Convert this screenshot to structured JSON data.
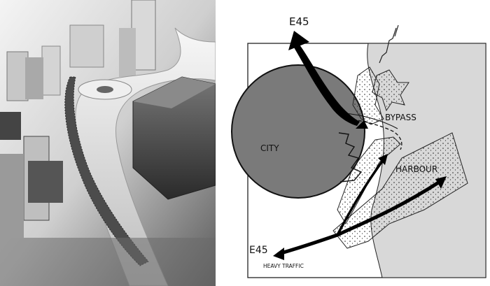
{
  "labels": {
    "e45_top": "E45",
    "bypass": "BYPASS",
    "city": "CITY",
    "harbour": "HARBOUR",
    "e45_bottom": "E45",
    "heavy_traffic": "HEAVY TRAFFIC"
  },
  "colors": {
    "city_fill": "#7a7a7a",
    "land_fill": "#d8d8d8",
    "arrow": "#000000",
    "photo_dark": "#3a3a3a",
    "photo_light": "#e8e8e8"
  }
}
